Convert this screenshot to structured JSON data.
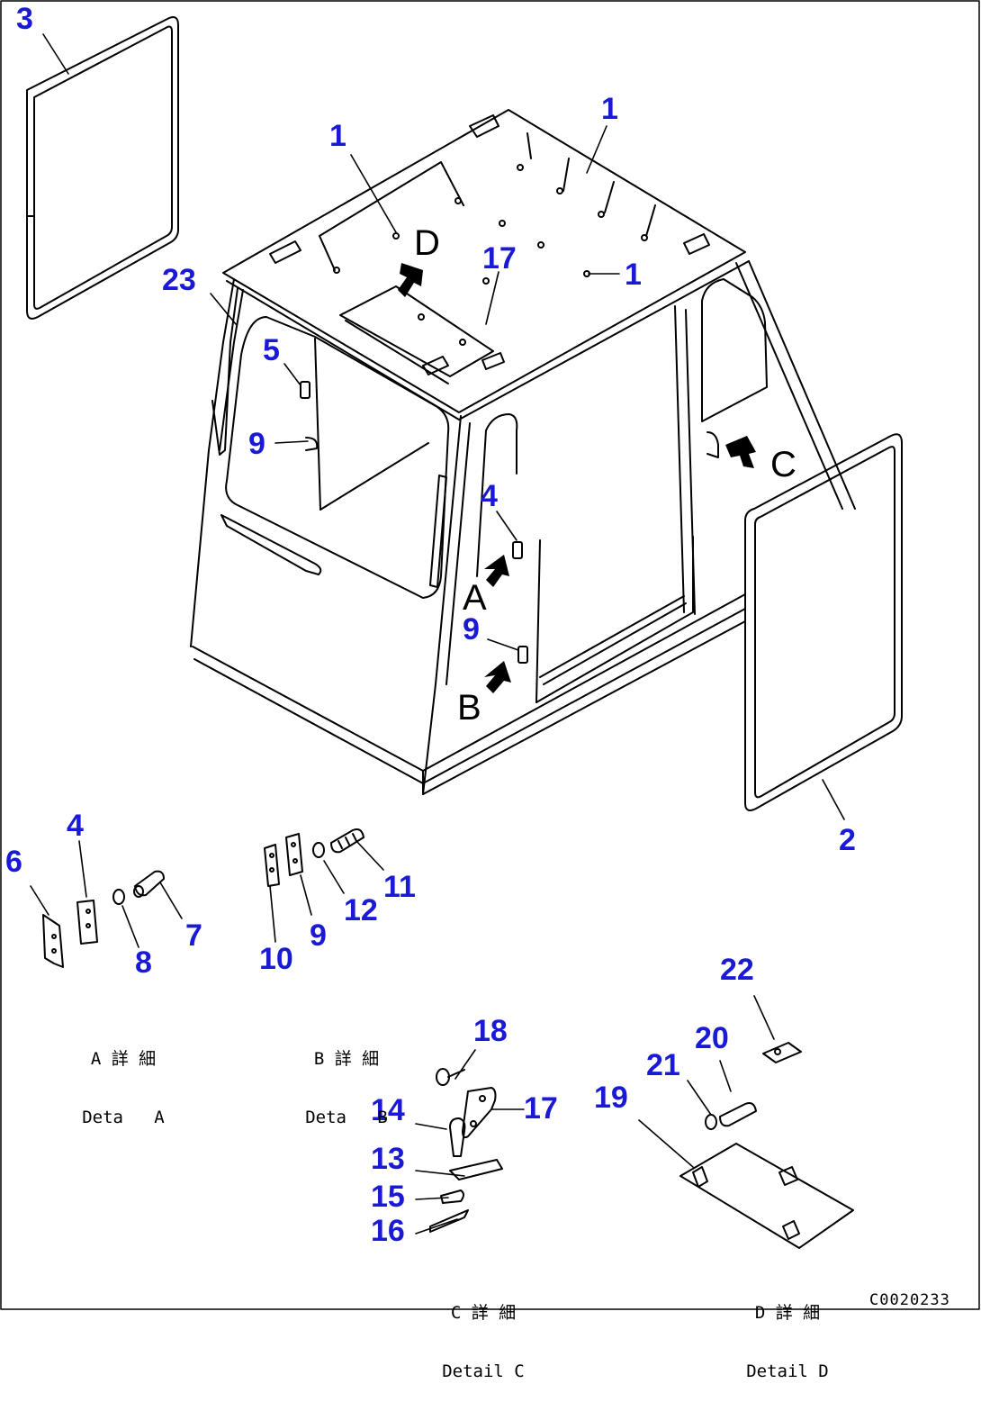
{
  "callouts": [
    {
      "id": "c3",
      "text": "3"
    },
    {
      "id": "c1a",
      "text": "1"
    },
    {
      "id": "c1b",
      "text": "1"
    },
    {
      "id": "c1c",
      "text": "1"
    },
    {
      "id": "c17a",
      "text": "17"
    },
    {
      "id": "c23",
      "text": "23"
    },
    {
      "id": "c5",
      "text": "5"
    },
    {
      "id": "c9a",
      "text": "9"
    },
    {
      "id": "c4a",
      "text": "4"
    },
    {
      "id": "c9b",
      "text": "9"
    },
    {
      "id": "c2",
      "text": "2"
    },
    {
      "id": "c6",
      "text": "6"
    },
    {
      "id": "c4b",
      "text": "4"
    },
    {
      "id": "c7",
      "text": "7"
    },
    {
      "id": "c8",
      "text": "8"
    },
    {
      "id": "c10",
      "text": "10"
    },
    {
      "id": "c9c",
      "text": "9"
    },
    {
      "id": "c12",
      "text": "12"
    },
    {
      "id": "c11",
      "text": "11"
    },
    {
      "id": "c22",
      "text": "22"
    },
    {
      "id": "c18",
      "text": "18"
    },
    {
      "id": "c20",
      "text": "20"
    },
    {
      "id": "c21",
      "text": "21"
    },
    {
      "id": "c14",
      "text": "14"
    },
    {
      "id": "c17b",
      "text": "17"
    },
    {
      "id": "c19",
      "text": "19"
    },
    {
      "id": "c13",
      "text": "13"
    },
    {
      "id": "c15",
      "text": "15"
    },
    {
      "id": "c16",
      "text": "16"
    }
  ],
  "view_letters": {
    "a": "A",
    "b": "B",
    "c": "C",
    "d": "D"
  },
  "details": {
    "a": {
      "jp": "A 詳 細",
      "en": "Deta   A"
    },
    "b": {
      "jp": "B 詳 細",
      "en": "Deta   B"
    },
    "c": {
      "jp": "C 詳 細",
      "en": "Detail C"
    },
    "d": {
      "jp": "D 詳 細",
      "en": "Detail D"
    }
  },
  "drawing_code": "C0020233",
  "colors": {
    "callout": "#1a1ad6",
    "line": "#000000"
  }
}
